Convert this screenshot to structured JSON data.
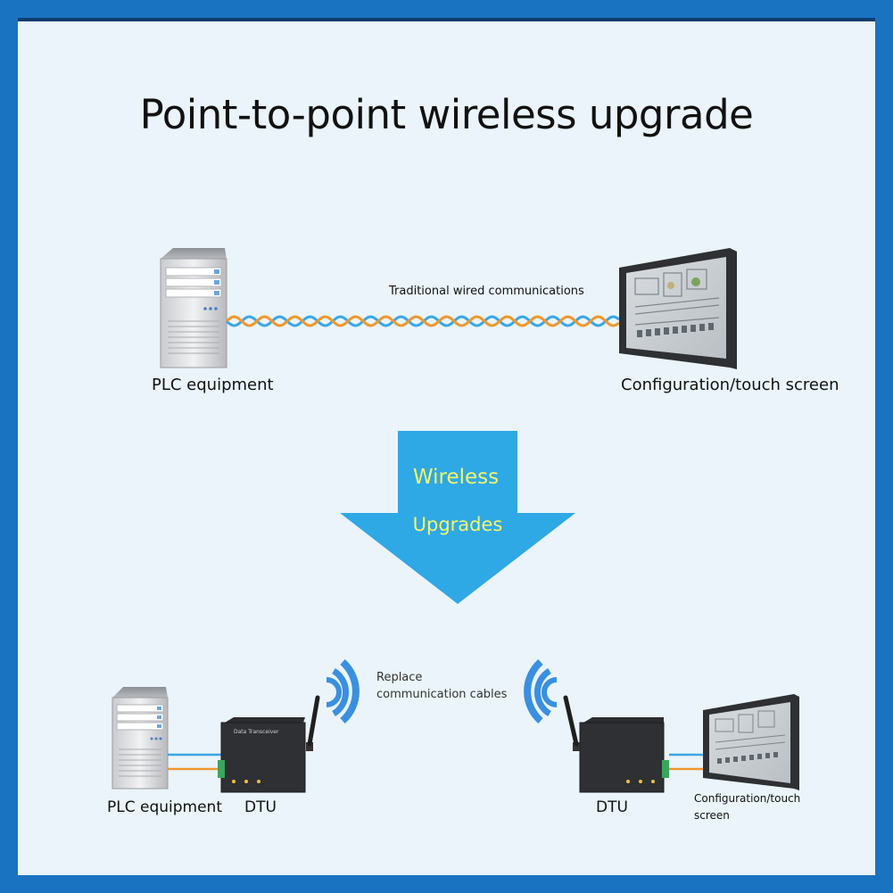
{
  "title": "Point-to-point wireless upgrade",
  "top_row": {
    "wired_label": "Traditional wired communications",
    "plc_label": "PLC equipment",
    "screen_label": "Configuration/touch screen"
  },
  "arrow": {
    "line1": "Wireless",
    "line2": "Upgrades"
  },
  "bottom_row": {
    "replace_line1": "Replace",
    "replace_line2": "communication cables",
    "plc_label": "PLC equipment",
    "dtu_left_label": "DTU",
    "dtu_right_label": "DTU",
    "screen_line1": "Configuration/touch",
    "screen_line2": "screen",
    "dtu_face_text": "Data Transceiver"
  },
  "colors": {
    "background": "#1a73c1",
    "panel": "#eaf4fa",
    "arrow": "#2fa8e6",
    "arrow_text": "#f4f66a",
    "cable_blue": "#3aa6e6",
    "cable_orange": "#f0962e",
    "wifi_blue": "#3a8fe0"
  },
  "icons": [
    "server-icon",
    "touch-screen-icon",
    "dtu-icon",
    "antenna-icon",
    "wifi-signal-icon",
    "down-arrow-icon"
  ]
}
